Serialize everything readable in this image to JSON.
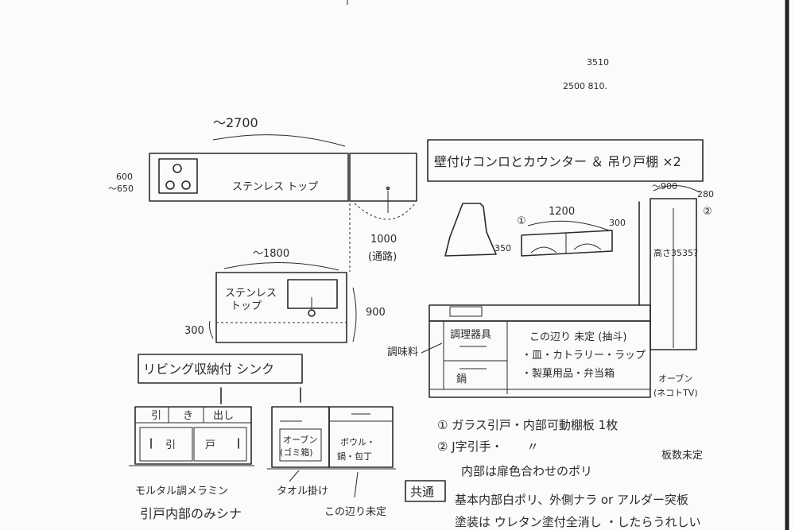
{
  "top_notes": {
    "num1": "3510",
    "num2": "2500 810."
  },
  "island": {
    "width": "～2700",
    "depth_a": "600",
    "depth_b": "～650",
    "top_label": "ステンレス トップ",
    "aisle_a": "1000",
    "aisle_b": "(通路)"
  },
  "sink_unit": {
    "width": "～1800",
    "top_label_a": "ステンレス",
    "top_label_b": "トップ",
    "height": "900",
    "depth": "300"
  },
  "wall_section": {
    "title": "壁付けコンロとカウンター ＆ 吊り戸棚 ×2",
    "cab1_mark": "①",
    "cab1_width": "1200",
    "cab1_depth": "300",
    "cab1_height": "350",
    "tall_width": "～900",
    "tall_depth": "280",
    "tall_mark": "②",
    "tall_height": "高さ3535？",
    "drawer_top": "調理器具",
    "drawer_bottom": "鍋",
    "side_label": "調味料",
    "undecided": "この辺り 未定 (抽斗)",
    "list_a": "・皿・カトラリー・ラップ",
    "list_b": "・製菓用品・弁当箱",
    "oven_a": "オーブン",
    "oven_b": "(ネコトTV)"
  },
  "living": {
    "title": "リビング収納付 シンク",
    "drawer_a": "引",
    "drawer_b": "き",
    "drawer_c": "出し",
    "sliding_a": "引",
    "sliding_b": "戸",
    "note_a": "モルタル調メラミン",
    "note_b": "引戸内部のみシナ"
  },
  "right_unit": {
    "oven_a": "オーブン",
    "oven_b": "(ゴミ箱)",
    "bowl_a": "ボウル・",
    "bowl_b": "鍋・包丁",
    "towel": "タオル掛け",
    "undecided": "この辺り未定"
  },
  "notes": {
    "n1": "① ガラス引戸・内部可動棚板 1枚",
    "n2": "② J字引手・　　〃",
    "n2_right": "板数未定",
    "n3": "内部は扉色合わせのポリ",
    "common": "共通",
    "n4": "基本内部白ポリ、外側ナラ or アルダー突板",
    "n5": "塗装は ウレタン塗付全消し ・したらうれしい"
  }
}
